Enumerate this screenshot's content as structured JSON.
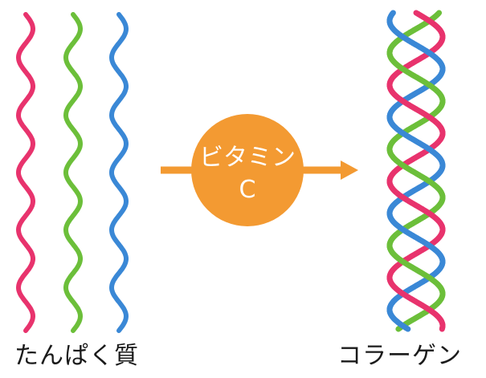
{
  "labels": {
    "protein": "たんぱく質",
    "collagen": "コラーゲン",
    "vitamin_line1": "ビタミン",
    "vitamin_line2": "C"
  },
  "colors": {
    "pink": "#e8336d",
    "green": "#6cbf3a",
    "blue": "#3a88d6",
    "orange": "#f39a32",
    "background": "#ffffff"
  },
  "icons": {
    "strands": "wavy-strand-icon",
    "helix": "triple-helix-icon",
    "arrow": "arrow-right-icon"
  }
}
